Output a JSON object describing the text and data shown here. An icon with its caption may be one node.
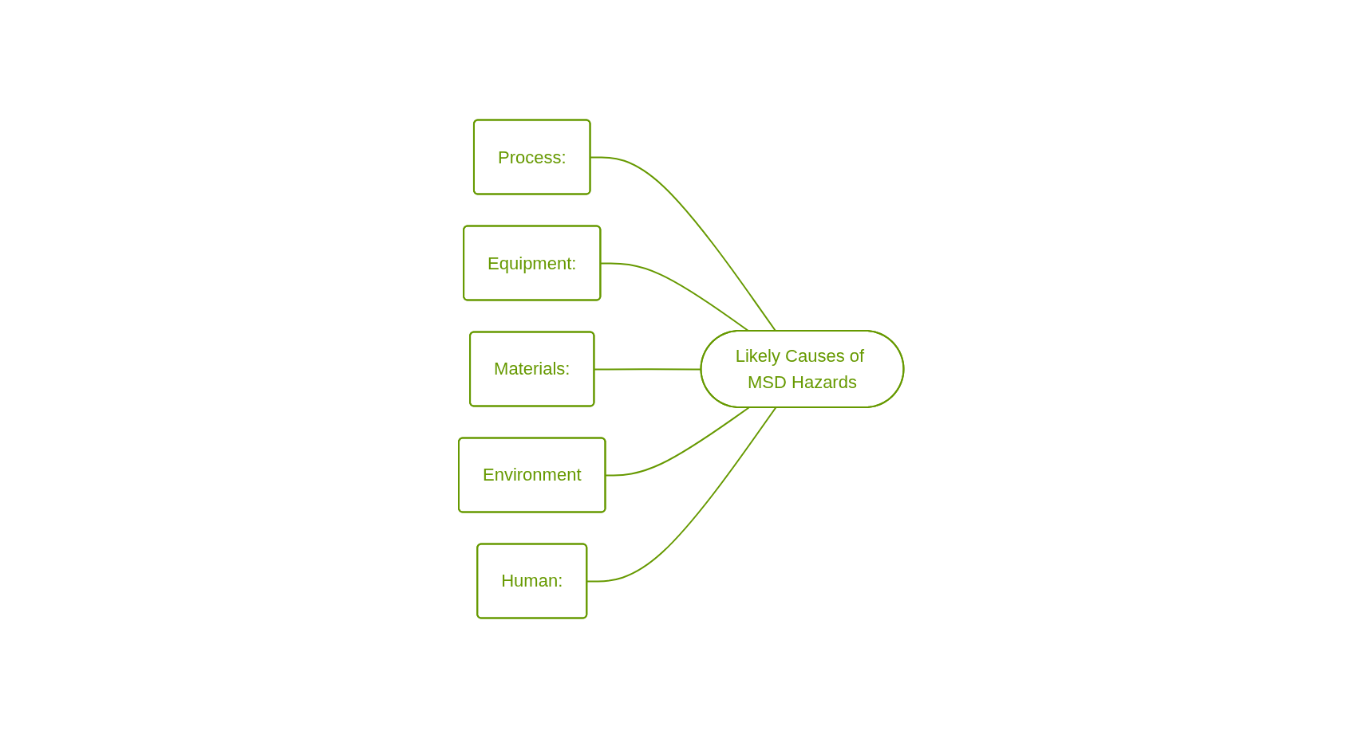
{
  "diagram": {
    "nodes": [
      {
        "text": [
          "Process:"
        ]
      },
      {
        "text": [
          "Equipment:"
        ]
      },
      {
        "text": [
          "Materials:"
        ]
      },
      {
        "text": [
          "Environment"
        ]
      },
      {
        "text": [
          "Human:"
        ]
      },
      {
        "text": [
          "Likely Causes of MSD Hazards"
        ]
      }
    ],
    "edges": [
      {
        "from": 0,
        "to": 5,
        "arrow": "none"
      },
      {
        "from": 1,
        "to": 5,
        "arrow": "none"
      },
      {
        "from": 2,
        "to": 5,
        "arrow": "none"
      },
      {
        "from": 3,
        "to": 5,
        "arrow": "none"
      },
      {
        "from": 4,
        "to": 5,
        "arrow": "none"
      }
    ]
  }
}
